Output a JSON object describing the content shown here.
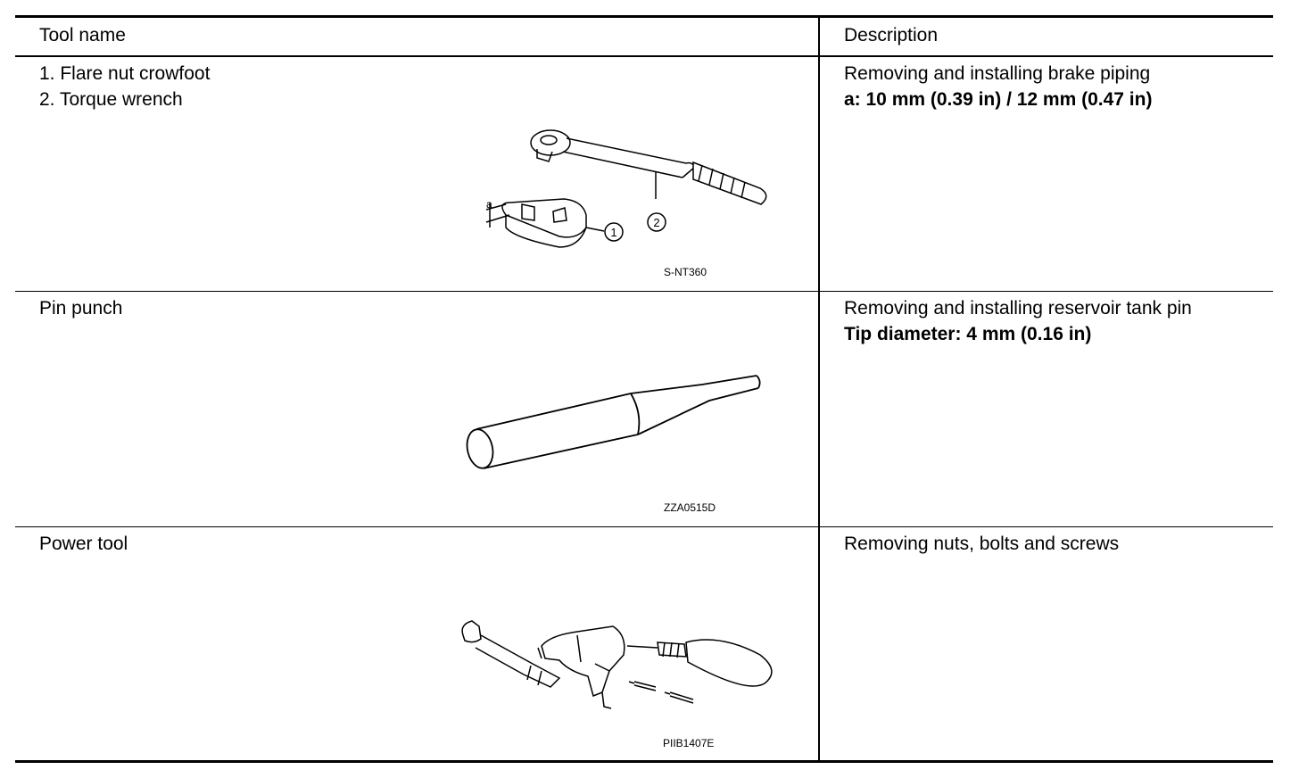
{
  "header": {
    "tool_name": "Tool name",
    "description": "Description"
  },
  "rows": [
    {
      "name_lines": [
        "1. Flare nut crowfoot",
        "2. Torque wrench"
      ],
      "desc": "Removing and installing brake piping",
      "spec": "a: 10 mm (0.39 in) / 12 mm (0.47 in)",
      "figure_code": "S-NT360",
      "callouts": [
        "a",
        "1",
        "2"
      ]
    },
    {
      "name_lines": [
        "Pin punch"
      ],
      "desc": "Removing and installing reservoir tank pin",
      "spec": "Tip diameter: 4 mm (0.16 in)",
      "figure_code": "ZZA0515D"
    },
    {
      "name_lines": [
        "Power tool"
      ],
      "desc": "Removing nuts, bolts and screws",
      "figure_code": "PIIB1407E"
    }
  ]
}
